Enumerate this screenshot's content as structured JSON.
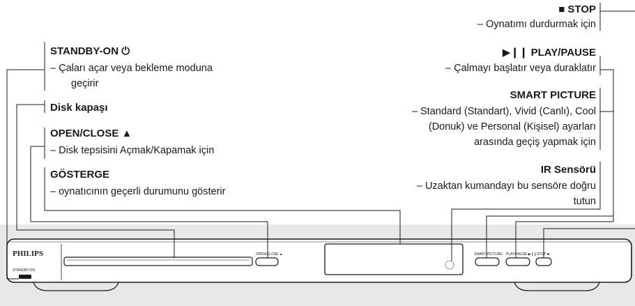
{
  "callouts": {
    "stop": {
      "title": "■ STOP",
      "desc": "– Oynatımı durdurmak için"
    },
    "play_pause": {
      "title": "▶❙❙ PLAY/PAUSE",
      "desc": "– Çalmayı başlatır veya duraklatır"
    },
    "smart_picture": {
      "title": "SMART PICTURE",
      "desc_lines": [
        "– Standard (Standart), Vivid (Canlı), Cool",
        "(Donuk) ve Personal (Kişisel) ayarları",
        "arasında geçiş yapmak için"
      ]
    },
    "ir_sensor": {
      "title": "IR Sensörü",
      "desc_lines": [
        "– Uzaktan kumandayı bu sensöre doğru",
        "tutun"
      ]
    },
    "standby": {
      "title": "STANDBY-ON ⏻",
      "desc_lines": [
        "–   Çaları açar veya bekleme moduna",
        "geçirir"
      ]
    },
    "disc_tray": {
      "title": "Disk kapaşı"
    },
    "open_close": {
      "title": "OPEN/CLOSE ▲",
      "desc": "–   Disk tepsisini  Açmak/Kapamak için"
    },
    "display": {
      "title": "GÖSTERGE",
      "desc": "–   oynatıcının geçerli durumunu gösterir"
    }
  },
  "device": {
    "brand": "PHILIPS",
    "standby_label": "STANDBY-ON",
    "open_close_label": "OPEN/CLOSE ▲",
    "smart_picture_label": "SMART PICTURE",
    "play_pause_label": "PLAY/PAUSE ▶❙❙",
    "stop_label": "STOP ■",
    "panel_color": "#e8e8e8",
    "line_color": "#1a1a1a"
  }
}
